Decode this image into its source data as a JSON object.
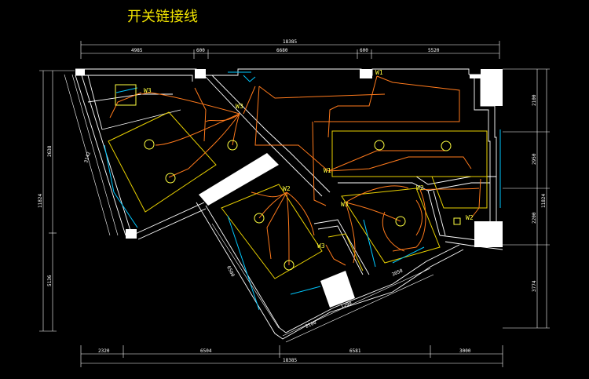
{
  "title": "开关链接线",
  "dimensions": {
    "top_total": "18385",
    "top_segments": [
      "4985",
      "600",
      "6680",
      "600",
      "5520"
    ],
    "bottom_total": "18385",
    "bottom_segments": [
      "2320",
      "6504",
      "6581",
      "3000"
    ],
    "left_total": "11824",
    "left_segments": [
      "2638",
      "5136"
    ],
    "left_slant": "3142",
    "right_total": "11824",
    "right_segments": [
      "2100",
      "2950",
      "2200",
      "3774"
    ],
    "inner": [
      "2100",
      "1200",
      "3050",
      "6500"
    ]
  },
  "switches": [
    "W3",
    "W3",
    "W1",
    "W1",
    "W2",
    "W3",
    "W3",
    "W2",
    "W2"
  ],
  "colors": {
    "background": "#000000",
    "title": "#f2e400",
    "wall": "#ffffff",
    "wiring": "#ff7a1c",
    "ceiling_outline": "#e8d000",
    "accent": "#00c8ff"
  }
}
